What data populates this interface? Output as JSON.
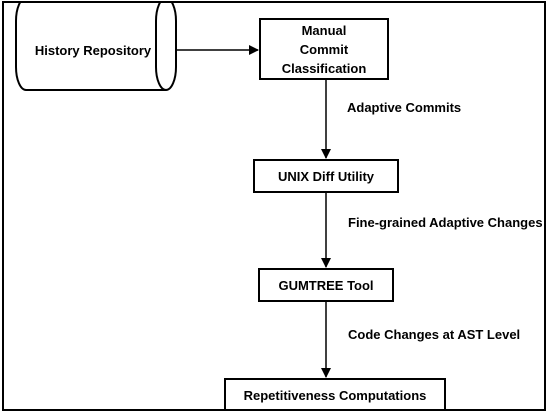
{
  "diagram": {
    "repository": "History Repository",
    "steps": [
      "Manual Commit Classification",
      "UNIX Diff Utility",
      "GUMTREE Tool",
      "Repetitiveness Computations"
    ],
    "edge_labels": [
      "Adaptive Commits",
      "Fine-grained Adaptive Changes",
      "Code Changes at AST Level"
    ]
  }
}
